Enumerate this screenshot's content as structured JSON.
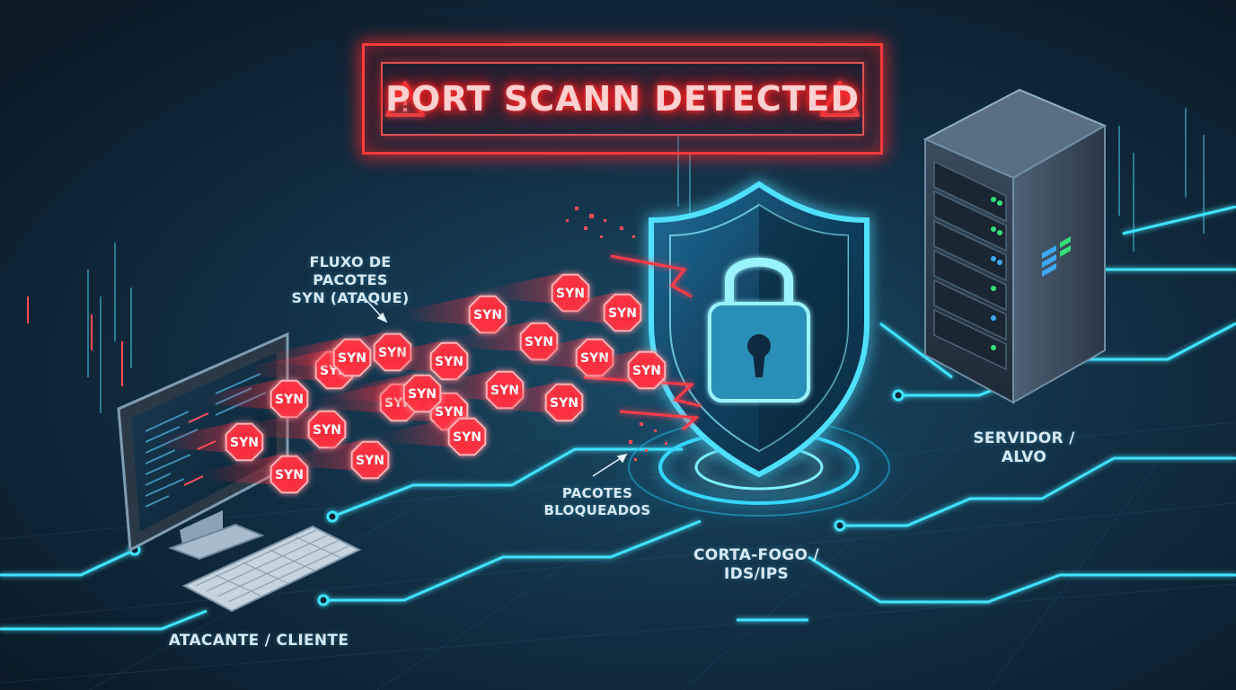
{
  "alert": {
    "text": "PORT SCANN DETECTED",
    "color": "#ff3b3b"
  },
  "labels": {
    "flow_line1": "FLUXO DE PACOTES",
    "flow_line2": "SYN (ATAQUE)",
    "blocked_line1": "PACOTES",
    "blocked_line2": "BLOQUEADOS",
    "firewall_line1": "CORTA-FOGO /",
    "firewall_line2": "IDS/IPS",
    "server_line1": "SERVIDOR /",
    "server_line2": "ALVO",
    "attacker": "ATACANTE / CLIENTE"
  },
  "packet": {
    "label": "SYN",
    "count": 21,
    "color": "#ff2d3d"
  },
  "colors": {
    "background": "#0d2233",
    "circuit": "#3fe3ff",
    "shield": "#39c6ff",
    "alert": "#ff3b3b"
  },
  "icons": [
    "warning-icon",
    "lock-icon",
    "shield-icon",
    "monitor-icon",
    "keyboard-icon",
    "server-icon"
  ]
}
